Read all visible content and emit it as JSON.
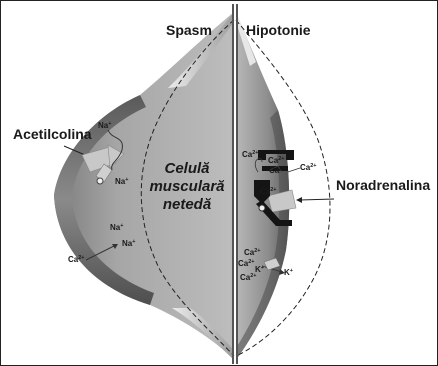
{
  "header": {
    "left": "Spasm",
    "right": "Hipotonie"
  },
  "labels": {
    "agonist_left": "Acetilcolina",
    "agonist_right": "Noradrenalina",
    "cell": [
      "Celulă",
      "musculară",
      "netedă"
    ]
  },
  "ions": {
    "na": "Na",
    "na_charge": "+",
    "ca": "Ca",
    "ca_charge": "2+",
    "k": "K",
    "k_charge": "+"
  },
  "colors": {
    "cell_fill": "#a9a9a9",
    "membrane_dark": "#6e6e6e",
    "channel_dark": "#141414",
    "receptor_light": "#c8c8c8"
  }
}
